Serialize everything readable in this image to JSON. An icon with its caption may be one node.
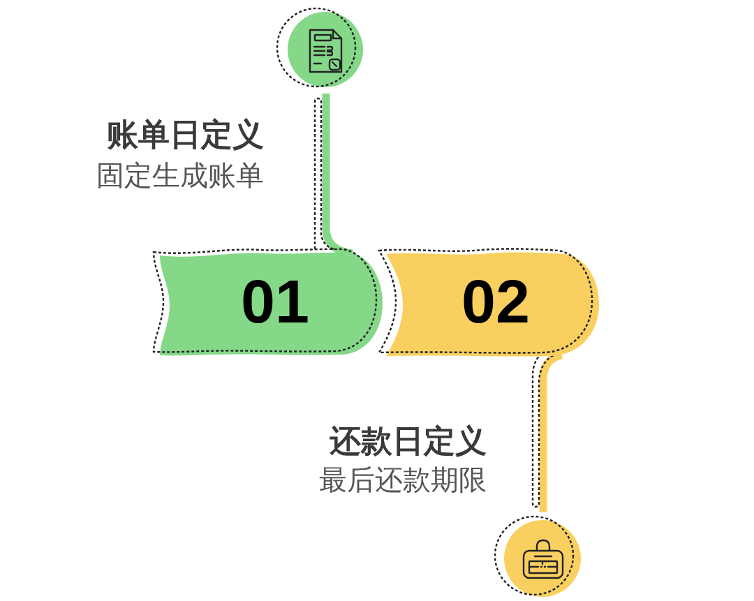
{
  "diagram": {
    "nodes": [
      {
        "text": [],
        "shape": "circle"
      },
      {
        "text": [
          "01"
        ]
      },
      {
        "text": [
          "02"
        ]
      },
      {
        "text": [],
        "shape": "circle"
      }
    ],
    "edges": [
      {
        "from": 0,
        "to": 1,
        "arrow": "none",
        "color": "#84d888"
      },
      {
        "from": 2,
        "to": 3,
        "arrow": "none",
        "color": "#f9d05f"
      }
    ],
    "labels": [
      "账单日定义",
      "固定生成账单",
      "还款日定义",
      "最后还款期限"
    ]
  }
}
